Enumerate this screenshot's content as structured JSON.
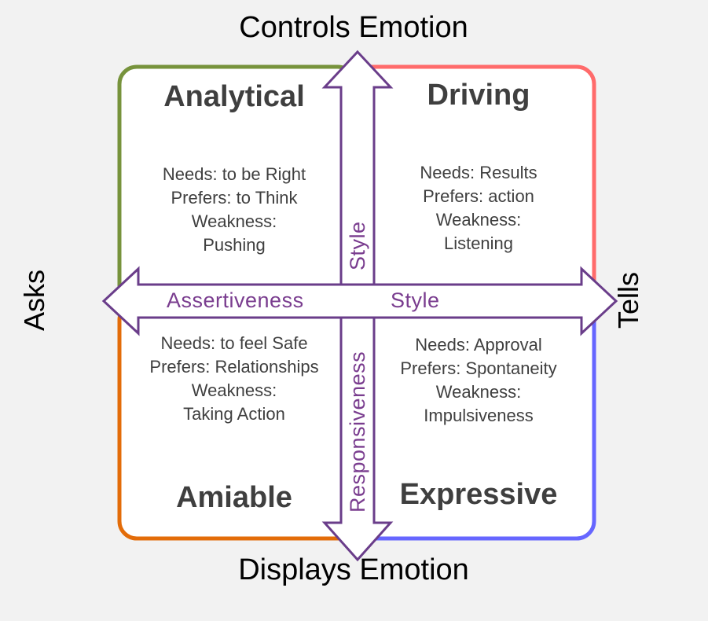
{
  "axes": {
    "top": "Controls Emotion",
    "bottom": "Displays Emotion",
    "left": "Asks",
    "right": "Tells"
  },
  "arrows": {
    "horizontal": [
      "Assertiveness",
      "Style"
    ],
    "vertical": [
      "Responsiveness",
      "Style"
    ]
  },
  "quadrants": {
    "analytical": {
      "title": "Analytical",
      "lines": [
        "Needs: to be Right",
        "Prefers: to Think",
        "Weakness:",
        "Pushing"
      ],
      "border_color": "#77933c"
    },
    "driving": {
      "title": "Driving",
      "lines": [
        "Needs: Results",
        "Prefers: action",
        "Weakness:",
        "Listening"
      ],
      "border_color": "#ff6b6b"
    },
    "amiable": {
      "title": "Amiable",
      "lines": [
        "Needs: to feel Safe",
        "Prefers: Relationships",
        "Weakness:",
        "Taking Action"
      ],
      "border_color": "#e36c09"
    },
    "expressive": {
      "title": "Expressive",
      "lines": [
        "Needs: Approval",
        "Prefers: Spontaneity",
        "Weakness:",
        "Impulsiveness"
      ],
      "border_color": "#6666ff"
    }
  },
  "colors": {
    "arrow_stroke": "#6a3d8a",
    "arrow_fill": "#ffffff",
    "text": "#3f3f3f",
    "background": "#f2f2f2"
  }
}
